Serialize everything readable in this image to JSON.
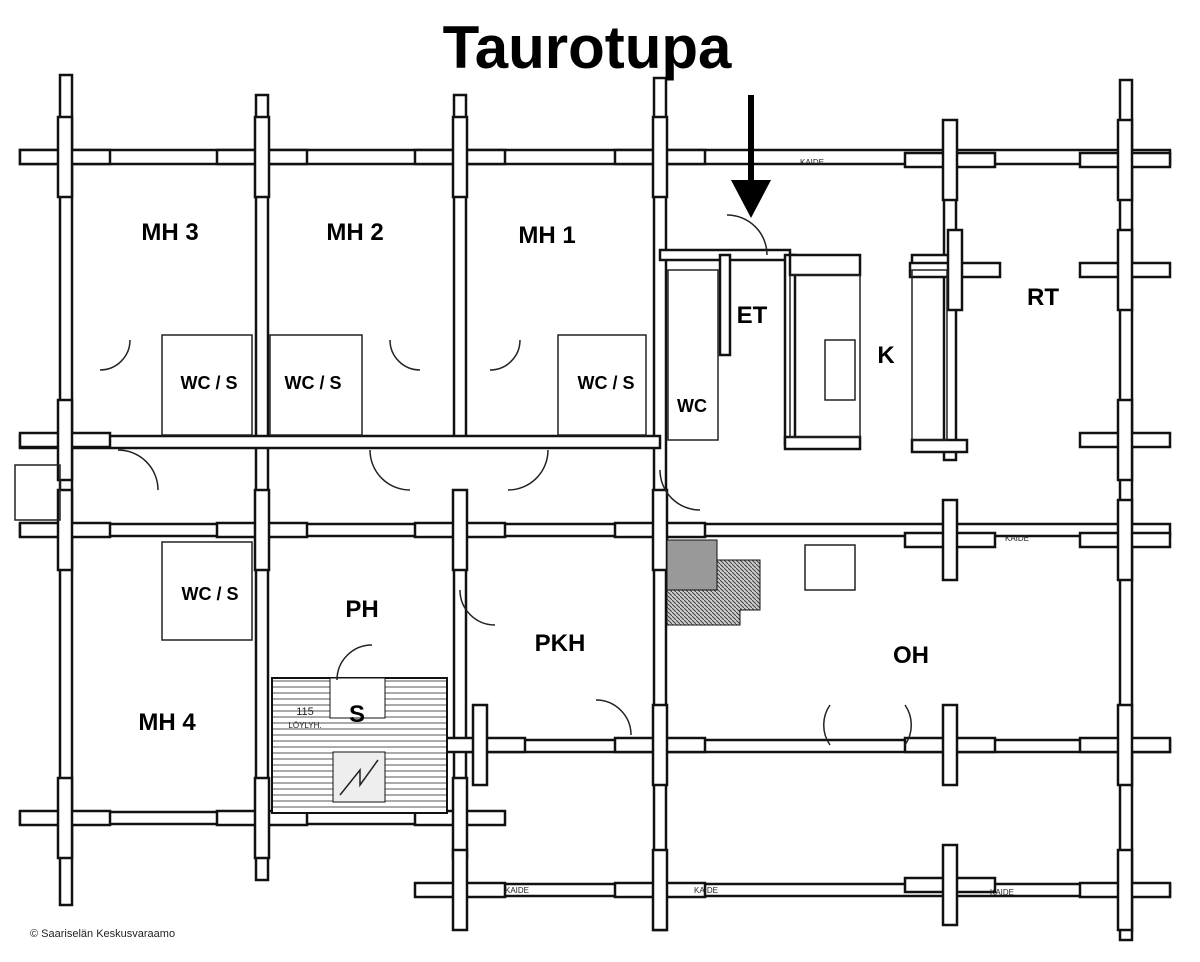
{
  "title": "Taurotupa",
  "rooms": {
    "mh3": "MH 3",
    "mh2": "MH 2",
    "mh1": "MH 1",
    "et": "ET",
    "k": "K",
    "rt": "RT",
    "wcs1": "WC / S",
    "wcs2": "WC / S",
    "wcs3": "WC / S",
    "wcs4": "WC / S",
    "wc": "WC",
    "ph": "PH",
    "s": "S",
    "pkh": "PKH",
    "oh": "OH",
    "mh4": "MH 4"
  },
  "sauna_note": [
    "115",
    "LÖYLYH."
  ],
  "kaide_labels": [
    "KAIDE",
    "KAIDE",
    "KAIDE",
    "KAIDE",
    "KAIDE"
  ],
  "copyright": "©  Saariselän Keskusvaraamo",
  "icons": {
    "entrance_arrow": "arrow-down-icon"
  }
}
